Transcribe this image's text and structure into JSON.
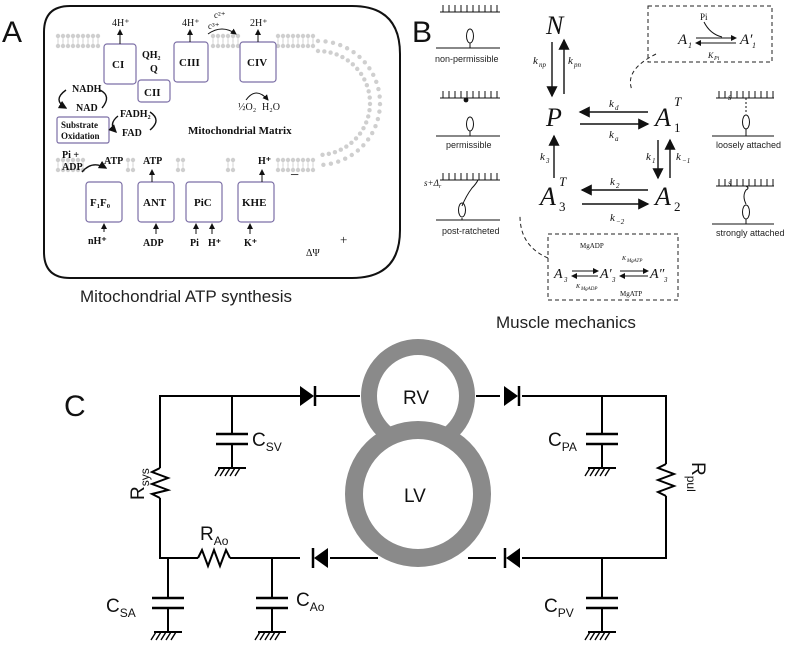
{
  "panels": {
    "a": {
      "letter": "A",
      "caption": "Mitochondrial ATP synthesis",
      "complexes": [
        "CI",
        "CII",
        "CIII",
        "CIV"
      ],
      "quinone": "QH₂",
      "q": "Q",
      "proton_ci": "4H⁺",
      "proton_ciii": "4H⁺",
      "proton_civ": "2H⁺",
      "cyt_c2": "c²⁺",
      "cyt_c3": "c³⁺",
      "o2": "½O₂",
      "h2o": "H₂O",
      "nadh": "NADH",
      "nad": "NAD",
      "fadh2": "FADH₂",
      "fad": "FAD",
      "substrate_line1": "Substrate",
      "substrate_line2": "Oxidation",
      "matrix": "Mitochondrial Matrix",
      "transporters": [
        "F₁F₀",
        "ANT",
        "PiC",
        "KHE"
      ],
      "f1f0_in_line1": "Pi +",
      "f1f0_in_line2": "ADP",
      "f1f0_out": "ATP",
      "f1f0_below": "nH⁺",
      "ant_above": "ATP",
      "ant_below": "ADP",
      "pic_below_pi": "Pi",
      "pic_below_h": "H⁺",
      "khe_above": "H⁺",
      "khe_below": "K⁺",
      "minus": "−",
      "plus": "+",
      "delta_psi": "ΔΨ"
    },
    "b": {
      "letter": "B",
      "caption": "Muscle mechanics",
      "states": {
        "n": "N",
        "p": "P",
        "a": "A",
        "sup_t": "T"
      },
      "state_subscripts": {
        "a1": "1",
        "a2": "2",
        "a3": "3"
      },
      "rates": {
        "knp": "k",
        "knp_sub": "np",
        "kpn": "k",
        "kpn_sub": "pn",
        "kd": "k",
        "kd_sub": "d",
        "ka": "k",
        "ka_sub": "a",
        "k1": "k",
        "k1_sub": "1",
        "km1": "k",
        "km1_sub": "−1",
        "k2": "k",
        "k2_sub": "2",
        "km2": "k",
        "km2_sub": "−2",
        "k3": "k",
        "k3_sub": "3"
      },
      "inset_top": {
        "pi": "Pi",
        "a1": "A",
        "a1_sub": "1",
        "a1p": "A′",
        "a1p_sub": "1",
        "kpi": "K",
        "kpi_sub": "Pi"
      },
      "inset_bottom": {
        "mgadp": "MgADP",
        "mgatp": "MgATP",
        "a3": "A",
        "a3_sub": "3",
        "a3p": "A′",
        "a3p_sub": "3",
        "a3pp": "A″",
        "a3pp_sub": "3",
        "kmgadp": "K",
        "kmgadp_sub": "MgADP",
        "kmgatp": "K",
        "kmgatp_sub": "MgATP"
      },
      "labels": {
        "non_permissible": "non-permissible",
        "permissible": "permissible",
        "post_ratcheted": "post-ratcheted",
        "loosely_attached": "loosely attached",
        "strongly_attached": "strongly attached",
        "s": "s",
        "s_delta": "s+Δ",
        "s_delta_sub": "r"
      }
    },
    "c": {
      "letter": "C",
      "chambers": {
        "rv": "RV",
        "lv": "LV"
      },
      "components": {
        "csv": "C",
        "csv_sub": "SV",
        "cpa": "C",
        "cpa_sub": "PA",
        "rsys": "R",
        "rsys_sub": "sys",
        "rpul": "R",
        "rpul_sub": "pul",
        "rao": "R",
        "rao_sub": "Ao",
        "csa": "C",
        "csa_sub": "SA",
        "cao": "C",
        "cao_sub": "Ao",
        "cpv": "C",
        "cpv_sub": "PV"
      }
    }
  },
  "colors": {
    "membrane_box": "#7c6fa6",
    "chamber_ring": "#8a8a8a",
    "lipid": "#cfcfcf"
  }
}
